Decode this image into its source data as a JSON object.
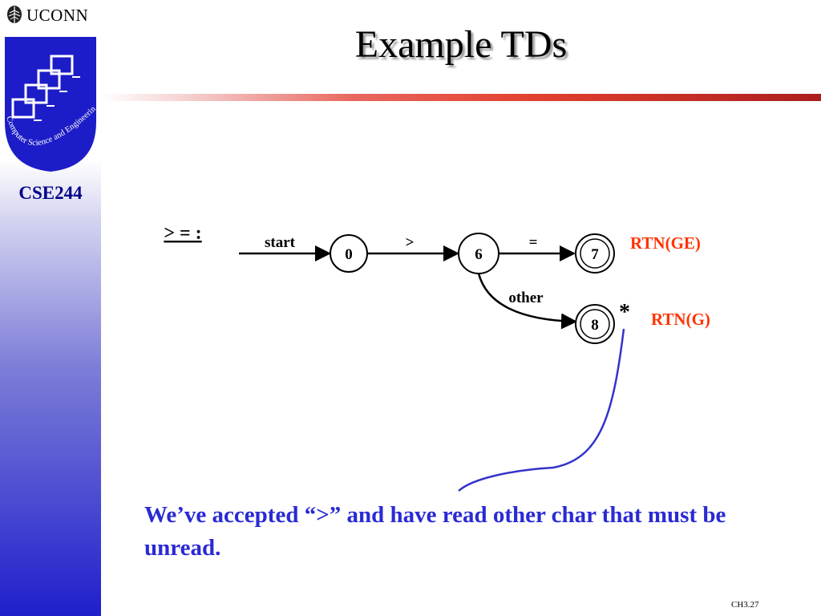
{
  "brand": {
    "logo_text": "UCONN"
  },
  "sidebar": {
    "course": "CSE244",
    "seal_text": "Computer Science and Engineering"
  },
  "slide": {
    "title": "Example TDs",
    "pattern_label": "> = :",
    "note": "We’ve accepted “>” and have read other char that must be unread.",
    "footer": "CH3.27"
  },
  "diagram": {
    "states": [
      "0",
      "6",
      "7",
      "8"
    ],
    "edges": {
      "start": "start",
      "gt": ">",
      "eq": "=",
      "other": "other"
    },
    "retract_mark": "*",
    "actions": {
      "ge": "RTN(GE)",
      "g": "RTN(G)"
    }
  },
  "colors": {
    "action": "#ff3300",
    "note": "#2a2ad4",
    "course": "#00008b",
    "sidebar_bottom": "#1f1fcc"
  }
}
